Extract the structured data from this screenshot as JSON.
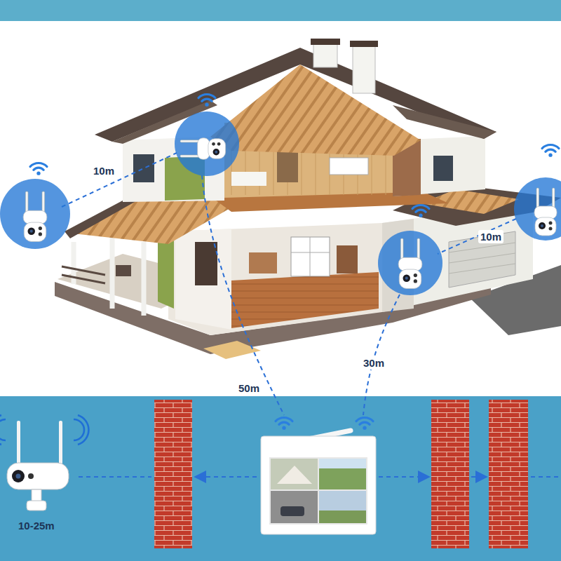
{
  "diagram": {
    "labels": [
      "10m",
      "10m",
      "50m",
      "30m",
      "10-25m"
    ]
  }
}
